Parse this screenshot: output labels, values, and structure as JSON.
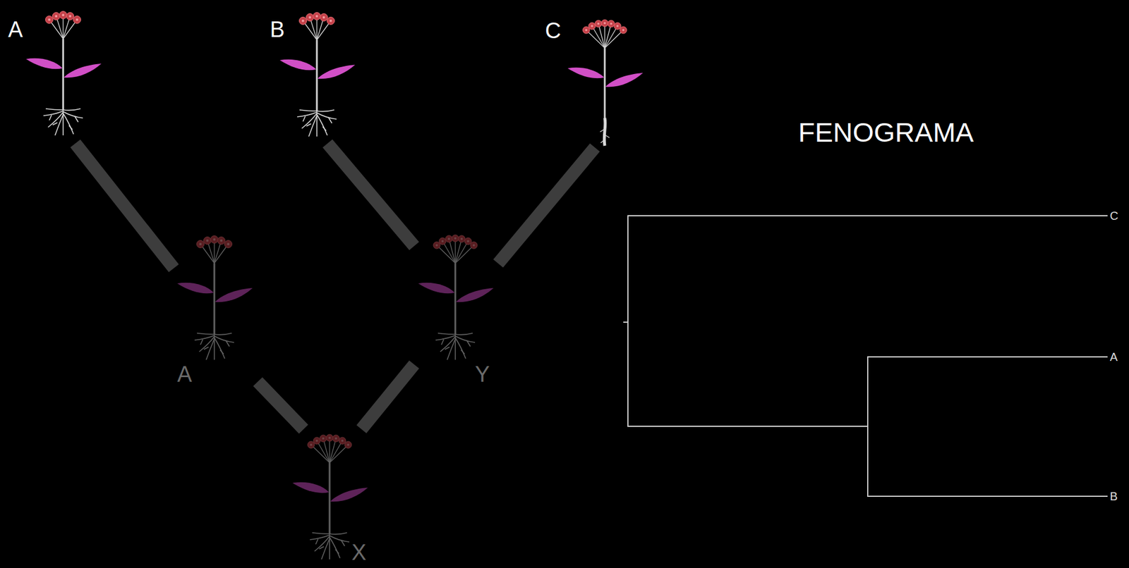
{
  "diagram": {
    "title": "FENOGRAMA",
    "nodes": [
      {
        "text": [
          "A"
        ]
      },
      {
        "text": [
          "B"
        ]
      },
      {
        "text": [
          "C"
        ]
      },
      {
        "text": [
          "A"
        ]
      },
      {
        "text": [
          "Y"
        ]
      },
      {
        "text": [
          "X"
        ]
      }
    ],
    "edges": [
      {
        "from": 0,
        "to": 3,
        "arrow": "none"
      },
      {
        "from": 1,
        "to": 4,
        "arrow": "none"
      },
      {
        "from": 2,
        "to": 4,
        "arrow": "none"
      },
      {
        "from": 3,
        "to": 5,
        "arrow": "none"
      },
      {
        "from": 4,
        "to": 5,
        "arrow": "none"
      }
    ],
    "labels": [
      "C",
      "A",
      "B"
    ]
  }
}
